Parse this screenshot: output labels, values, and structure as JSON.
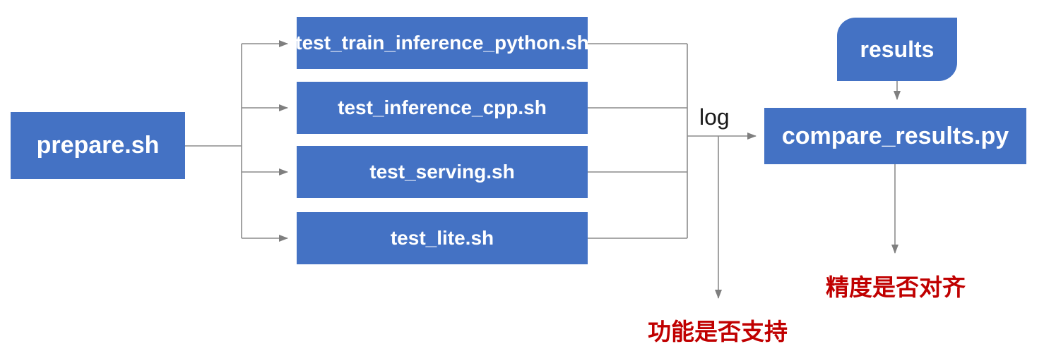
{
  "colors": {
    "node-blue": "#4472C4",
    "node-text": "#FFFFFF",
    "line-gray": "#8C8C8C",
    "arrow-gray": "#7F7F7F",
    "label-red": "#C00000",
    "log-black": "#1A1A1A",
    "bg": "#FFFFFF"
  },
  "nodes": {
    "prepare": {
      "label": "prepare.sh"
    },
    "tests": [
      {
        "label": "test_train_inference_python.sh"
      },
      {
        "label": "test_inference_cpp.sh"
      },
      {
        "label": "test_serving.sh"
      },
      {
        "label": "test_lite.sh"
      }
    ],
    "results": {
      "label": "results"
    },
    "compare": {
      "label": "compare_results.py"
    }
  },
  "labels": {
    "log": "log",
    "function_support": "功能是否支持",
    "precision_align": "精度是否对齐"
  }
}
